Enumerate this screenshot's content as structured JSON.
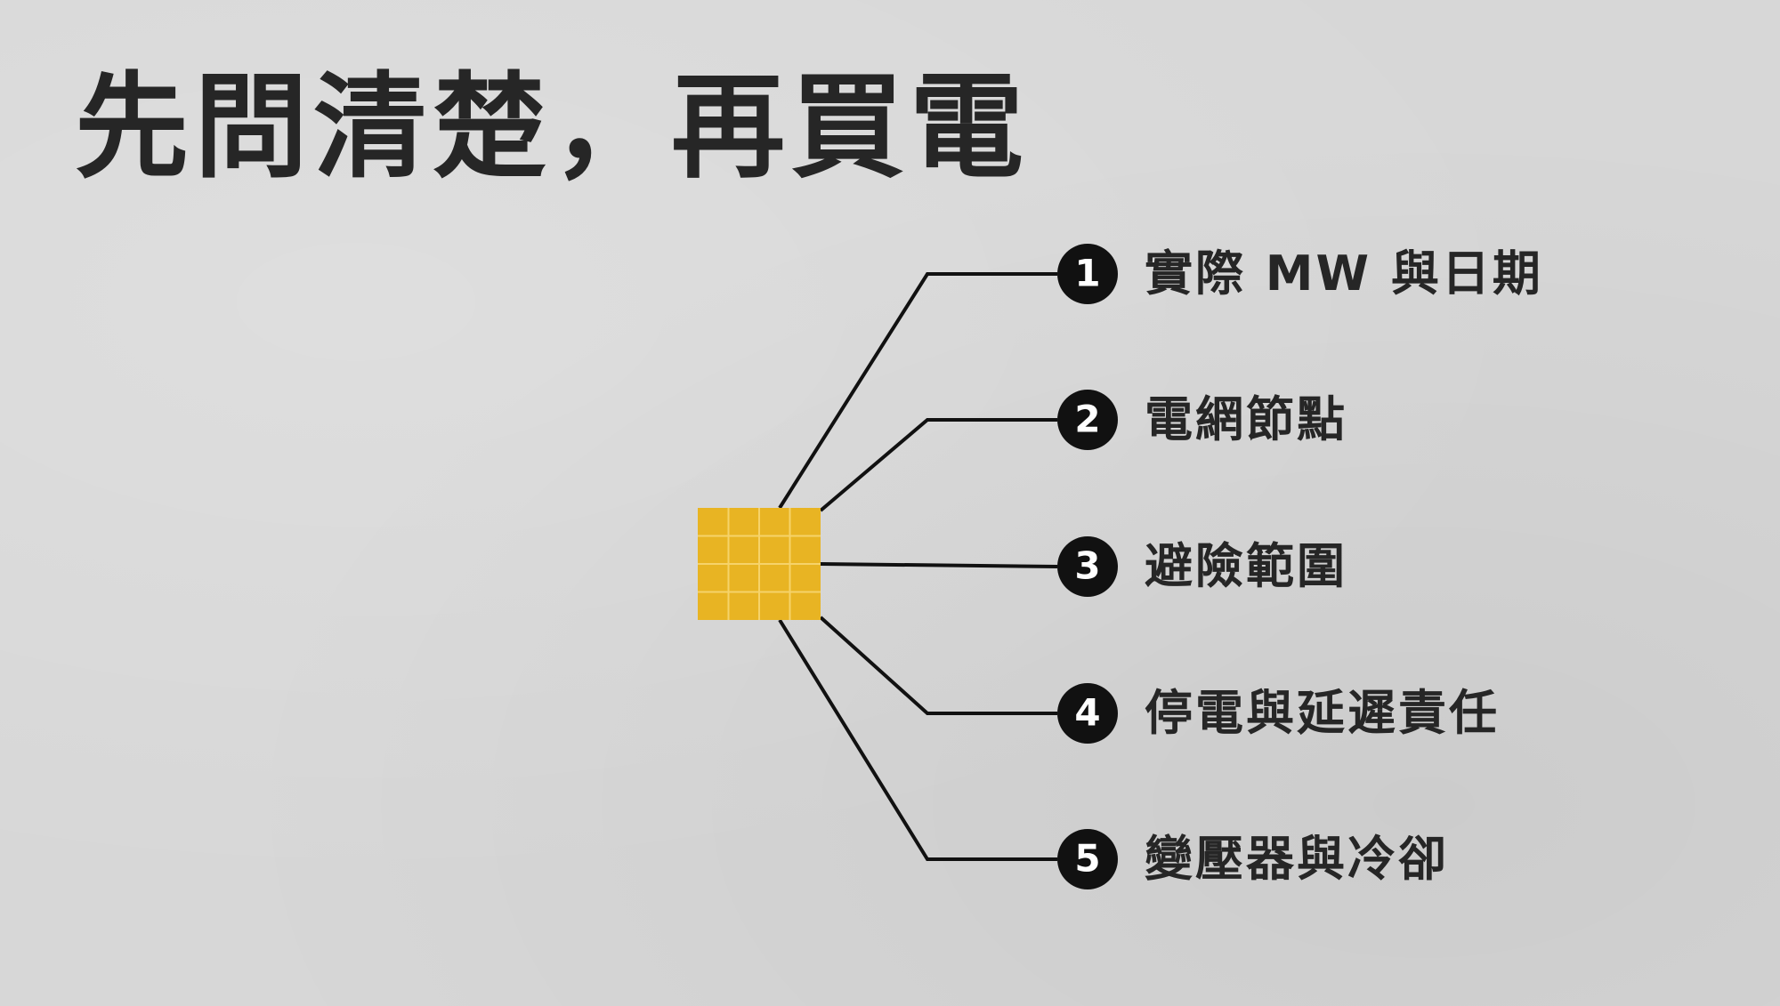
{
  "title": "先問清楚，再買電",
  "colors": {
    "background": "#d7d7d7",
    "text": "#262626",
    "line": "#111111",
    "node": "#111111",
    "node_text": "#ffffff",
    "panel_fill": "#e8b423",
    "panel_grid": "#f6d36a"
  },
  "center": {
    "icon": "solar-panel-icon"
  },
  "items": [
    {
      "number": "1",
      "label": "實際 MW 與日期"
    },
    {
      "number": "2",
      "label": "電網節點"
    },
    {
      "number": "3",
      "label": "避險範圍"
    },
    {
      "number": "4",
      "label": "停電與延遲責任"
    },
    {
      "number": "5",
      "label": "變壓器與冷卻"
    }
  ]
}
